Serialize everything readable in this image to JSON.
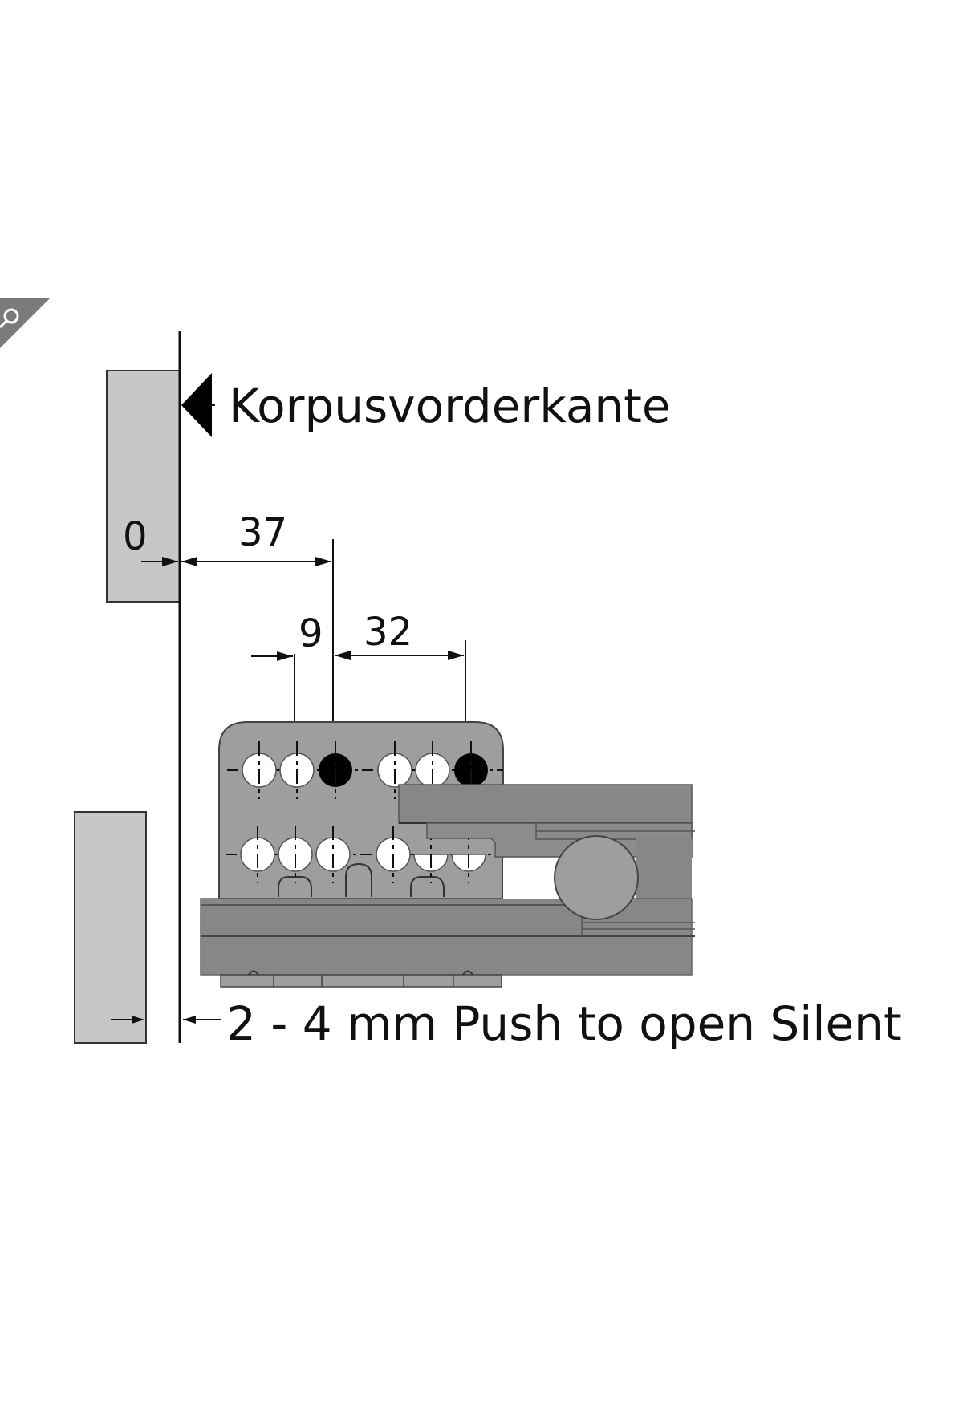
{
  "diagram": {
    "title": "Drawer rail mounting diagram",
    "labels": {
      "front_edge": "Korpusvorderkante",
      "offset_zero": "0",
      "dim_37": "37",
      "dim_9": "9",
      "dim_32": "32",
      "bottom_note": "2 - 4 mm Push to open Silent"
    },
    "dimensions_mm": {
      "front_offset": 0,
      "first_hole_from_edge": 37,
      "hole_spacing_small": 9,
      "hole_spacing_system": 32,
      "push_to_open_gap_min": 2,
      "push_to_open_gap_max": 4
    },
    "hole_rows": [
      {
        "row": "top",
        "holes": [
          "open",
          "open",
          "filled",
          "open",
          "open",
          "filled"
        ]
      },
      {
        "row": "bottom",
        "holes": [
          "open",
          "open",
          "open",
          "open",
          "half",
          "half"
        ]
      }
    ],
    "colors": {
      "panel_fill": "#c6c7c7",
      "bracket_fill": "#9d9e9e",
      "rail_fill": "#878787",
      "line": "#111111",
      "hole_filled": "#000000",
      "hole_open": "#ffffff",
      "badge": "#7b7b7b"
    }
  },
  "ui": {
    "zoom_badge_icon": "magnifier-icon"
  }
}
